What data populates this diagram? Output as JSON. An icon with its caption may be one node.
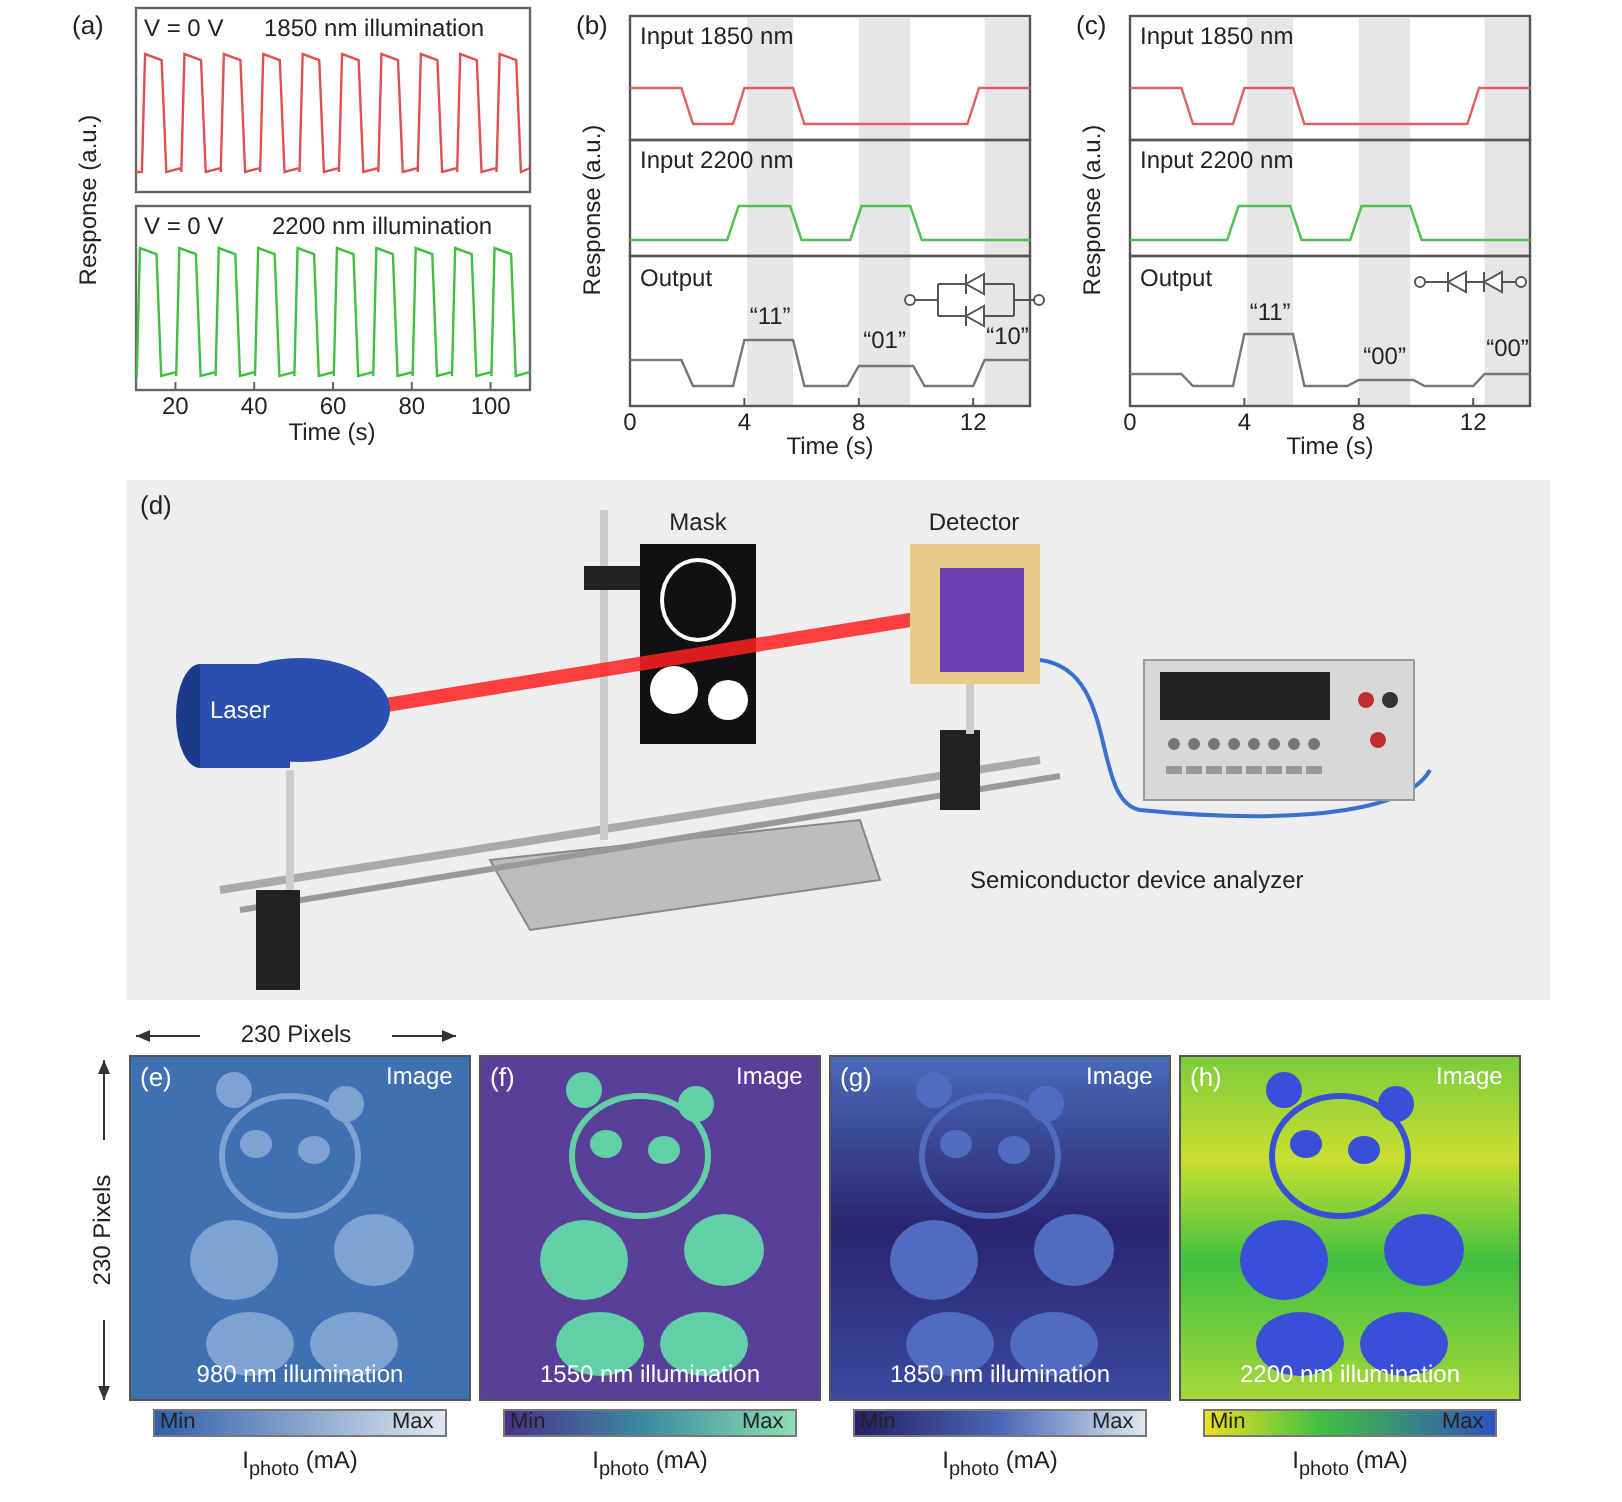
{
  "diagram": {
    "labels": [
      "(a)",
      "V = 0 V",
      "1850 nm illumination",
      "V = 0 V",
      "2200 nm illumination",
      "Response (a.u.)",
      "20",
      "40",
      "60",
      "80",
      "100",
      "Time (s)",
      "(b)",
      "Input 1850 nm",
      "Input 2200 nm",
      "Output",
      "“11”",
      "“01”",
      "“10”",
      "Response (a.u.)",
      "0",
      "4",
      "8",
      "12",
      "Time (s)",
      "(c)",
      "Input 1850 nm",
      "Input 2200 nm",
      "Output",
      "“11”",
      "“00”",
      "“00”",
      "Response (a.u.)",
      "0",
      "4",
      "8",
      "12",
      "Time (s)",
      "(d)",
      "Mask",
      "Detector",
      "Laser",
      "Semiconductor device analyzer",
      "230 Pixels",
      "230 Pixels",
      "(e)",
      "Image",
      "980 nm illumination",
      "Min",
      "Max",
      "I$_{photo}$ (mA)",
      "(f)",
      "Image",
      "1550 nm illumination",
      "Min",
      "Max",
      "I$_{photo}$ (mA)",
      "(g)",
      "Image",
      "1850 nm illumination",
      "Min",
      "Max",
      "I$_{photo}$ (mA)",
      "(h)",
      "Image",
      "2200 nm illumination",
      "Min",
      "Max",
      "I$_{photo}$ (mA)"
    ]
  }
}
